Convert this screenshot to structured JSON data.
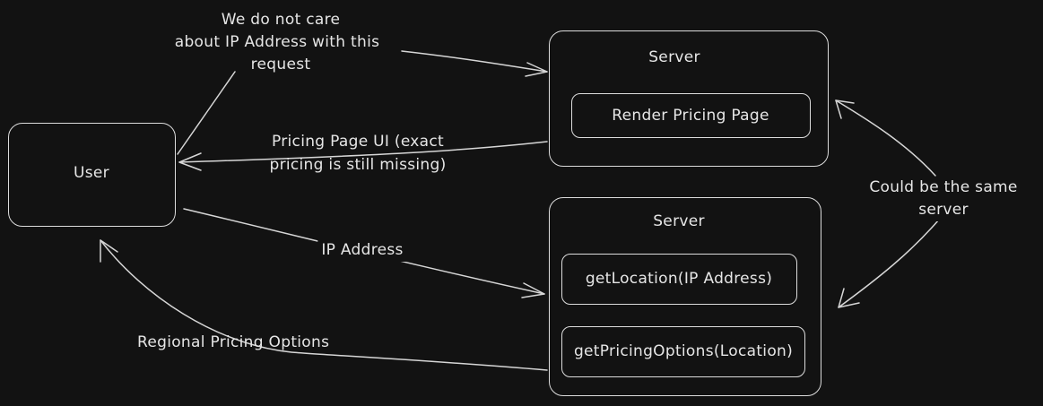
{
  "nodes": {
    "user": "User",
    "server_top": "Server",
    "render_pricing": "Render Pricing Page",
    "server_bottom": "Server",
    "get_location": "getLocation(IP Address)",
    "get_pricing_options": "getPricingOptions(Location)"
  },
  "annotations": {
    "no_ip_line1": "We do not care",
    "no_ip_line2": "about IP Address with this",
    "no_ip_line3": "request",
    "pricing_ui_line1": "Pricing Page UI (exact",
    "pricing_ui_line2": "pricing is still missing)",
    "ip_address": "IP Address",
    "regional_pricing": "Regional Pricing Options",
    "same_server_line1": "Could be the same",
    "same_server_line2": "server"
  },
  "colors": {
    "background": "#121212",
    "stroke": "#dcdcdc",
    "text": "#e6e6e6"
  }
}
